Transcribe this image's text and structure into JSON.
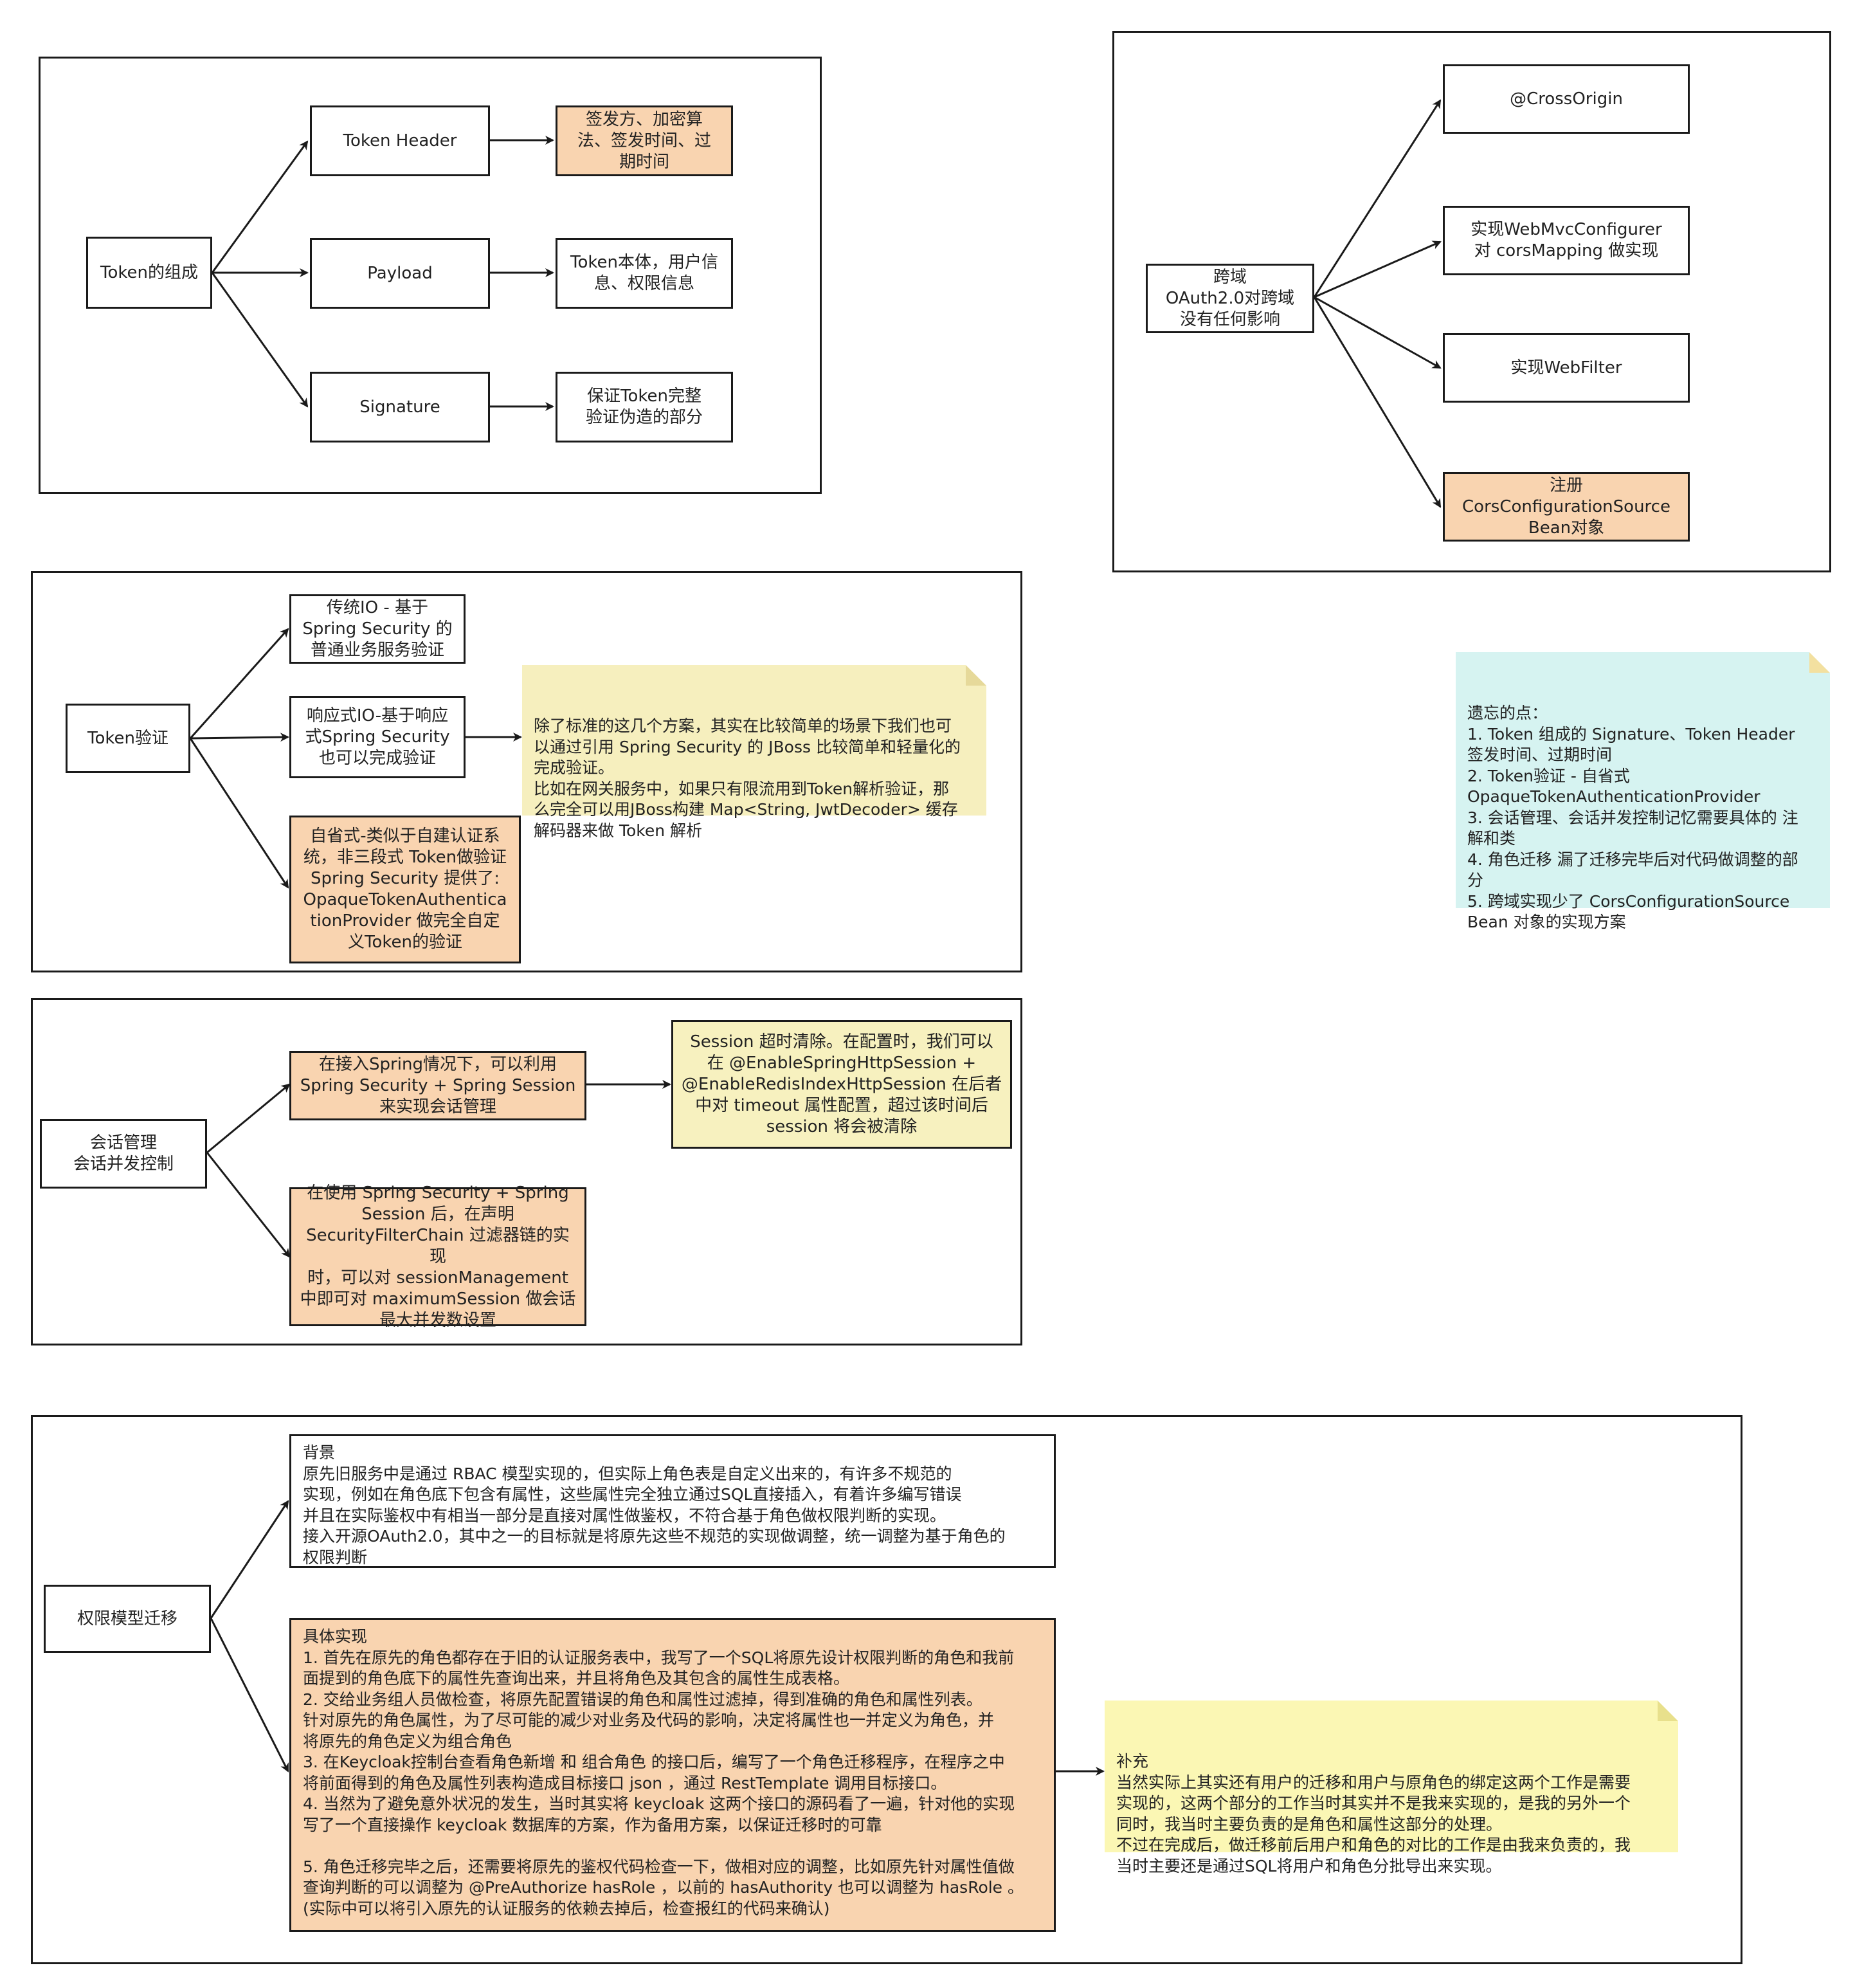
{
  "token_composition": {
    "root": "Token的组成",
    "header": "Token Header",
    "header_desc": "签发方、加密算\n法、签发时间、过\n期时间",
    "payload": "Payload",
    "payload_desc": "Token本体，用户信\n息、权限信息",
    "signature": "Signature",
    "signature_desc": "保证Token完整\n验证伪造的部分"
  },
  "cors": {
    "root": "跨域\nOAuth2.0对跨域\n没有任何影响",
    "opt1": "@CrossOrigin",
    "opt2": "实现WebMvcConfigurer\n对 corsMapping 做实现",
    "opt3": "实现WebFilter",
    "opt4": "注册\nCorsConfigurationSource\nBean对象"
  },
  "token_verify": {
    "root": "Token验证",
    "opt1": "传统IO - 基于\nSpring Security 的\n普通业务服务验证",
    "opt2": "响应式IO-基于响应\n式Spring Security\n也可以完成验证",
    "opt3": "自省式-类似于自建认证系\n统，非三段式 Token做验证\nSpring Security 提供了:\nOpaqueTokenAuthentica\ntionProvider 做完全自定\n义Token的验证",
    "note": "除了标准的这几个方案，其实在比较简单的场景下我们也可\n以通过引用 Spring Security 的 JBoss 比较简单和轻量化的\n完成验证。\n比如在网关服务中，如果只有限流用到Token解析验证，那\n么完全可以用JBoss构建 Map<String, JwtDecoder> 缓存\n解码器来做 Token 解析"
  },
  "forgotten": {
    "text": "遗忘的点：\n1. Token 组成的 Signature、Token Header\n签发时间、过期时间\n2. Token验证 - 自省式\nOpaqueTokenAuthenticationProvider\n3. 会话管理、会话并发控制记忆需要具体的 注\n解和类\n4. 角色迁移 漏了迁移完毕后对代码做调整的部\n分\n5. 跨域实现少了 CorsConfigurationSource\nBean 对象的实现方案"
  },
  "session": {
    "root": "会话管理\n会话并发控制",
    "opt1": "在接入Spring情况下，可以利用\nSpring Security + Spring Session\n来实现会话管理",
    "opt1_note": "Session 超时清除。在配置时，我们可以\n在 @EnableSpringHttpSession +\n@EnableRedisIndexHttpSession 在后者\n中对 timeout 属性配置，超过该时间后\nsession 将会被清除",
    "opt2": "在使用 Spring Security + Spring\nSession 后，在声明\nSecurityFilterChain 过滤器链的实现\n时，可以对 sessionManagement\n中即可对 maximumSession 做会话\n最大并发数设置"
  },
  "permission": {
    "root": "权限模型迁移",
    "background": "背景\n原先旧服务中是通过 RBAC 模型实现的，但实际上角色表是自定义出来的，有许多不规范的\n实现，例如在角色底下包含有属性，这些属性完全独立通过SQL直接插入，有着许多编写错误\n并且在实际鉴权中有相当一部分是直接对属性做鉴权，不符合基于角色做权限判断的实现。\n接入开源OAuth2.0，其中之一的目标就是将原先这些不规范的实现做调整，统一调整为基于角色的\n权限判断",
    "implementation": "具体实现\n1. 首先在原先的角色都存在于旧的认证服务表中，我写了一个SQL将原先设计权限判断的角色和我前\n面提到的角色底下的属性先查询出来，并且将角色及其包含的属性生成表格。\n2. 交给业务组人员做检查，将原先配置错误的角色和属性过滤掉，得到准确的角色和属性列表。\n  针对原先的角色属性，为了尽可能的减少对业务及代码的影响，决定将属性也一并定义为角色，并\n将原先的角色定义为组合角色\n3. 在Keycloak控制台查看角色新增 和 组合角色 的接口后，编写了一个角色迁移程序，在程序之中\n将前面得到的角色及属性列表构造成目标接口 json ，通过 RestTemplate 调用目标接口。\n4. 当然为了避免意外状况的发生，当时其实将 keycloak 这两个接口的源码看了一遍，针对他的实现\n写了一个直接操作 keycloak 数据库的方案，作为备用方案，以保证迁移时的可靠\n\n5. 角色迁移完毕之后，还需要将原先的鉴权代码检查一下，做相对应的调整，比如原先针对属性值做\n查询判断的可以调整为 @PreAuthorize hasRole ，以前的 hasAuthority 也可以调整为 hasRole 。\n(实际中可以将引入原先的认证服务的依赖去掉后，检查报红的代码来确认)",
    "supplement": "补充\n当然实际上其实还有用户的迁移和用户与原角色的绑定这两个工作是需要\n实现的，这两个部分的工作当时其实并不是我来实现的，是我的另外一个\n同时，我当时主要负责的是角色和属性这部分的处理。\n不过在完成后，做迁移前后用户和角色的对比的工作是由我来负责的，我\n当时主要还是通过SQL将用户和角色分批导出来实现。"
  },
  "colors": {
    "orange": "#f9d4b0",
    "pale_yellow": "#f7f1bf",
    "light_yellow": "#fbf7b4",
    "cyan": "#d6f3f1",
    "stroke": "#1a1a1a"
  }
}
